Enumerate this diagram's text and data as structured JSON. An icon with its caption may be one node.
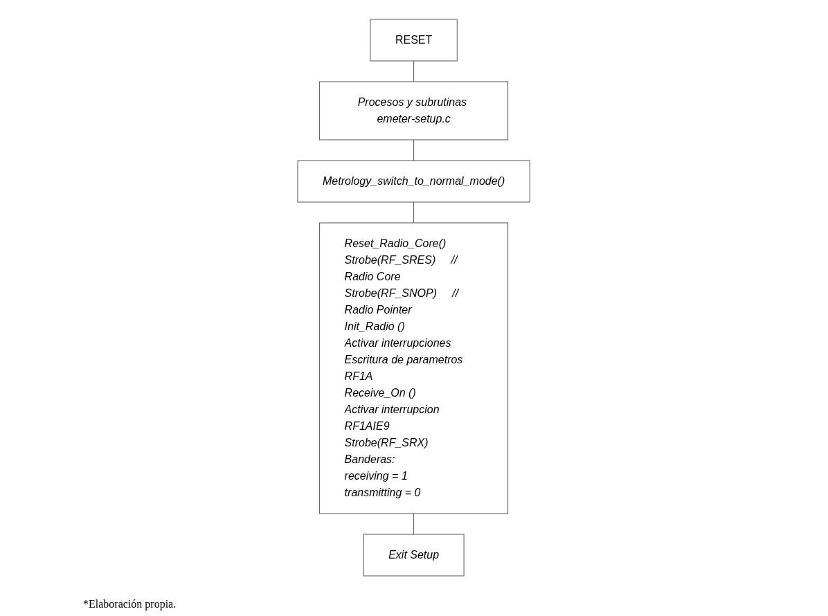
{
  "diagram": {
    "caption": "*Elaboración propia.",
    "nodes": [
      {
        "text": [
          "RESET"
        ]
      },
      {
        "text": [
          "Procesos y subrutinas emeter-setup.c"
        ]
      },
      {
        "text": [
          "Metrology_switch_to_normal_mode()"
        ]
      },
      {
        "text": [
          "Reset_Radio_Core()",
          "Strobe(RF_SRES)     // Radio Core",
          "Strobe(RF_SNOP)     // Radio Pointer",
          "Init_Radio ()",
          "Activar interrupciones",
          "Escritura de parametros RF1A",
          "Receive_On ()",
          "Activar interrupcion RF1AIE9",
          "Strobe(RF_SRX)",
          "Banderas:",
          "receiving = 1",
          "transmitting = 0"
        ]
      },
      {
        "text": [
          "Exit Setup"
        ]
      }
    ],
    "edges": [
      {
        "from": 0,
        "to": 1,
        "arrow": "none"
      },
      {
        "from": 1,
        "to": 2,
        "arrow": "none"
      },
      {
        "from": 2,
        "to": 3,
        "arrow": "none"
      },
      {
        "from": 3,
        "to": 4,
        "arrow": "none"
      }
    ]
  }
}
